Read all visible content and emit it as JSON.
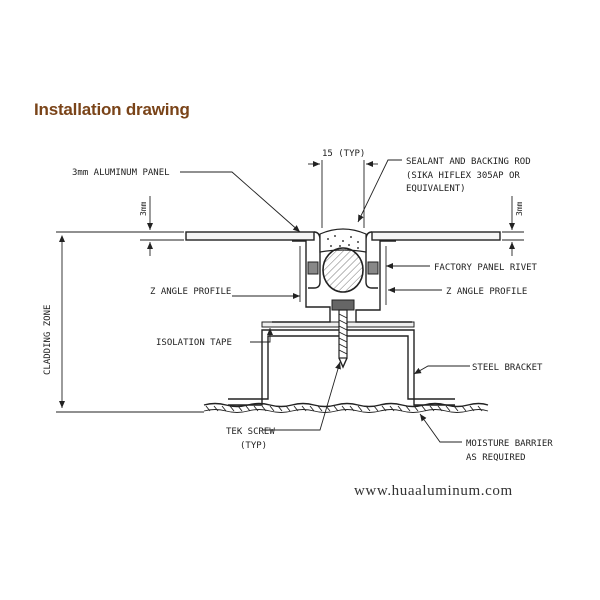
{
  "title": "Installation drawing",
  "labels": {
    "aluminum_panel": "3mm ALUMINUM PANEL",
    "dim_15": "15 (TYP)",
    "sealant_1": "SEALANT AND BACKING ROD",
    "sealant_2": "(SIKA HIFLEX 305AP OR",
    "sealant_3": "EQUIVALENT)",
    "thickness_left": "3mm",
    "thickness_right": "3mm",
    "factory_rivet": "FACTORY PANEL RIVET",
    "z_angle_left": "Z ANGLE PROFILE",
    "z_angle_right": "Z ANGLE PROFILE",
    "cladding_zone": "CLADDING ZONE",
    "isolation_tape": "ISOLATION TAPE",
    "steel_bracket": "STEEL BRACKET",
    "tek_screw_1": "TEK SCREW",
    "tek_screw_2": "(TYP)",
    "moisture_1": "MOISTURE BARRIER",
    "moisture_2": "AS REQUIRED"
  },
  "watermark": "www.huaaluminum.com"
}
